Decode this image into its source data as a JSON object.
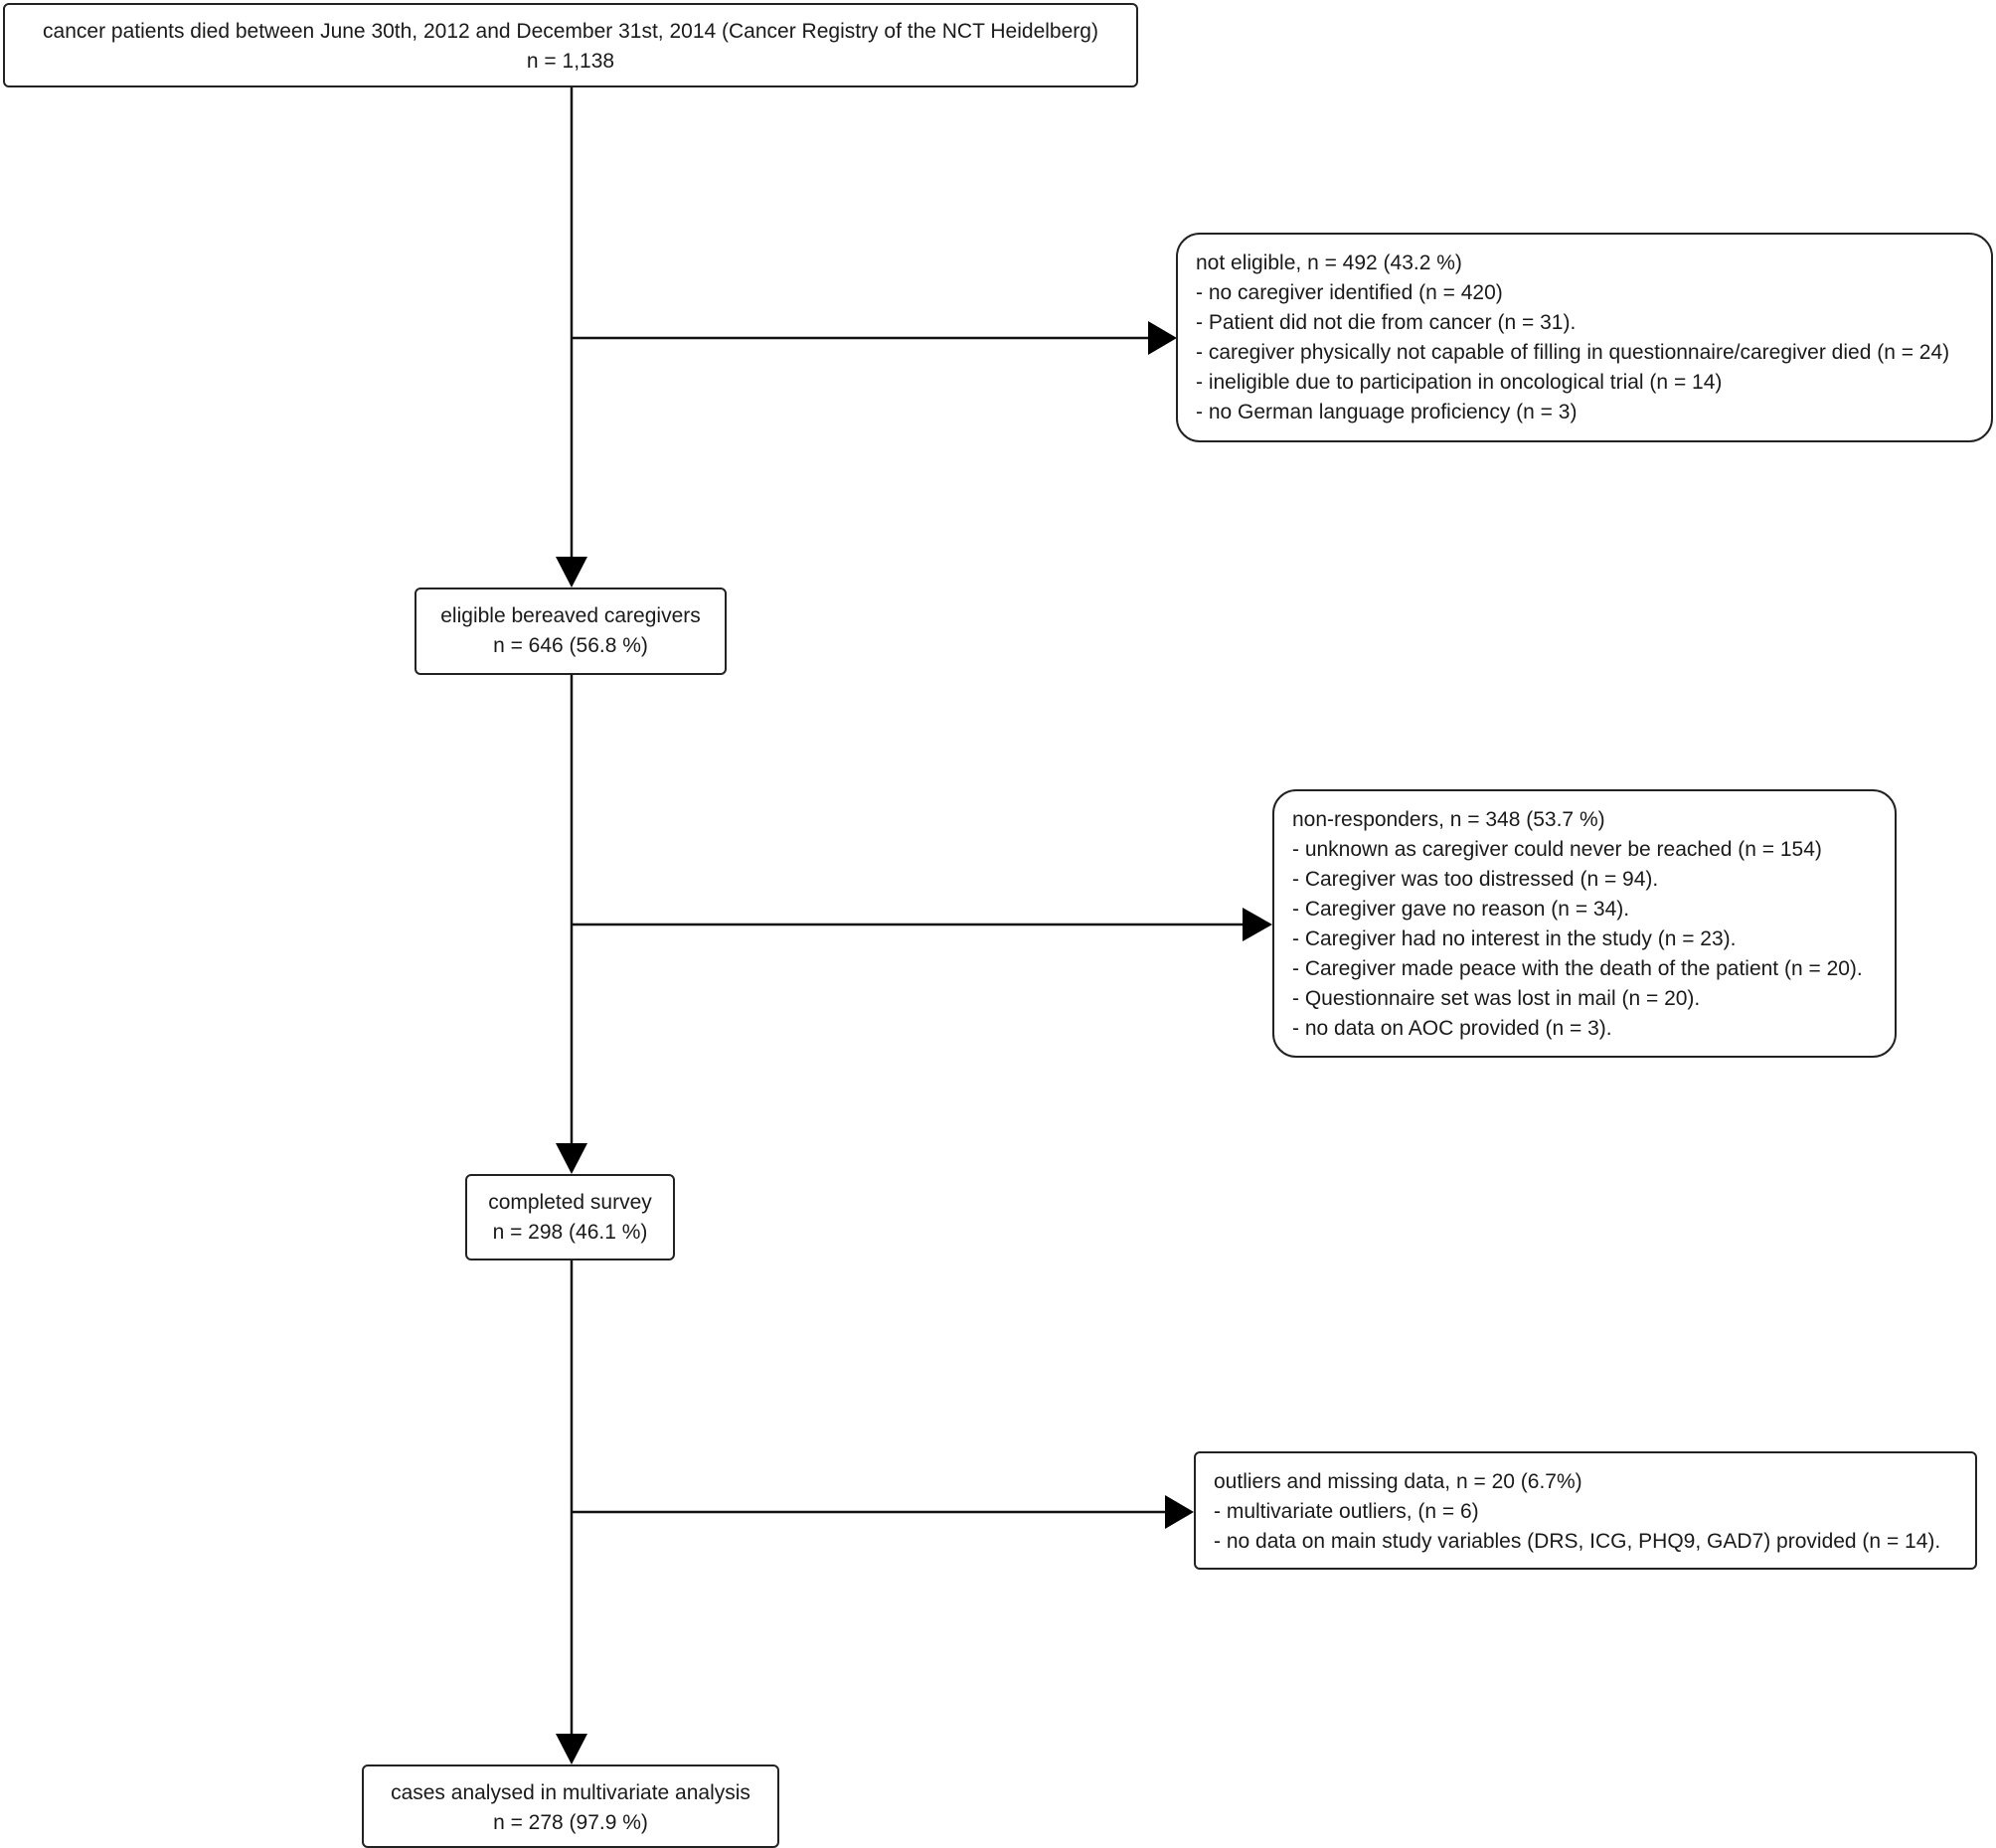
{
  "boxes": {
    "population": {
      "title": "cancer patients died between June 30th, 2012 and December 31st, 2014 (Cancer Registry of the NCT Heidelberg)",
      "count": "n = 1,138"
    },
    "eligible": {
      "title": "eligible bereaved caregivers",
      "count": "n = 646 (56.8 %)"
    },
    "completed": {
      "title": "completed survey",
      "count": "n = 298 (46.1 %)"
    },
    "analysed": {
      "title": "cases analysed in multivariate analysis",
      "count": "n = 278 (97.9 %)"
    }
  },
  "exclusions": {
    "not_eligible": {
      "header": "not eligible, n = 492 (43.2 %)",
      "items": [
        "- no caregiver identified (n = 420)",
        "- Patient did not die from cancer (n = 31).",
        "- caregiver physically not capable of filling in questionnaire/caregiver died (n = 24)",
        "- ineligible due to participation in oncological trial (n = 14)",
        "- no German language proficiency (n = 3)"
      ]
    },
    "non_responders": {
      "header": "non-responders, n = 348 (53.7 %)",
      "items": [
        "- unknown as caregiver could never be reached (n = 154)",
        "- Caregiver was too distressed (n = 94).",
        "- Caregiver gave no reason (n = 34).",
        "- Caregiver had no interest in the study (n = 23).",
        "- Caregiver made peace with the death of the patient (n = 20).",
        "- Questionnaire set was lost in mail (n = 20).",
        "- no data on AOC provided (n = 3)."
      ]
    },
    "outliers": {
      "header": "outliers and missing data, n = 20 (6.7%)",
      "items": [
        "- multivariate outliers, (n = 6)",
        "- no data on main study variables (DRS, ICG, PHQ9, GAD7) provided (n = 14)."
      ]
    }
  }
}
